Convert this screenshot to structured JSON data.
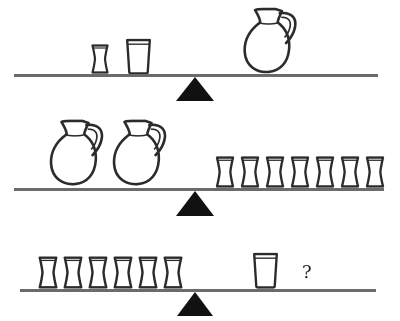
{
  "puzzle": {
    "colors": {
      "ink": "#2b2b2b",
      "beam": "#6b6b6b",
      "background": "#ffffff"
    },
    "scales": [
      {
        "name": "scale-1",
        "left": [
          {
            "type": "small-cup",
            "count": 1
          },
          {
            "type": "tall-glass",
            "count": 1
          }
        ],
        "right": [
          {
            "type": "pitcher",
            "count": 1
          }
        ]
      },
      {
        "name": "scale-2",
        "left": [
          {
            "type": "pitcher",
            "count": 2
          }
        ],
        "right": [
          {
            "type": "small-cup",
            "count": 7
          }
        ]
      },
      {
        "name": "scale-3",
        "left": [
          {
            "type": "small-cup",
            "count": 6
          }
        ],
        "right": [
          {
            "type": "tall-glass",
            "count": 1
          }
        ],
        "unknown": "?"
      }
    ]
  }
}
